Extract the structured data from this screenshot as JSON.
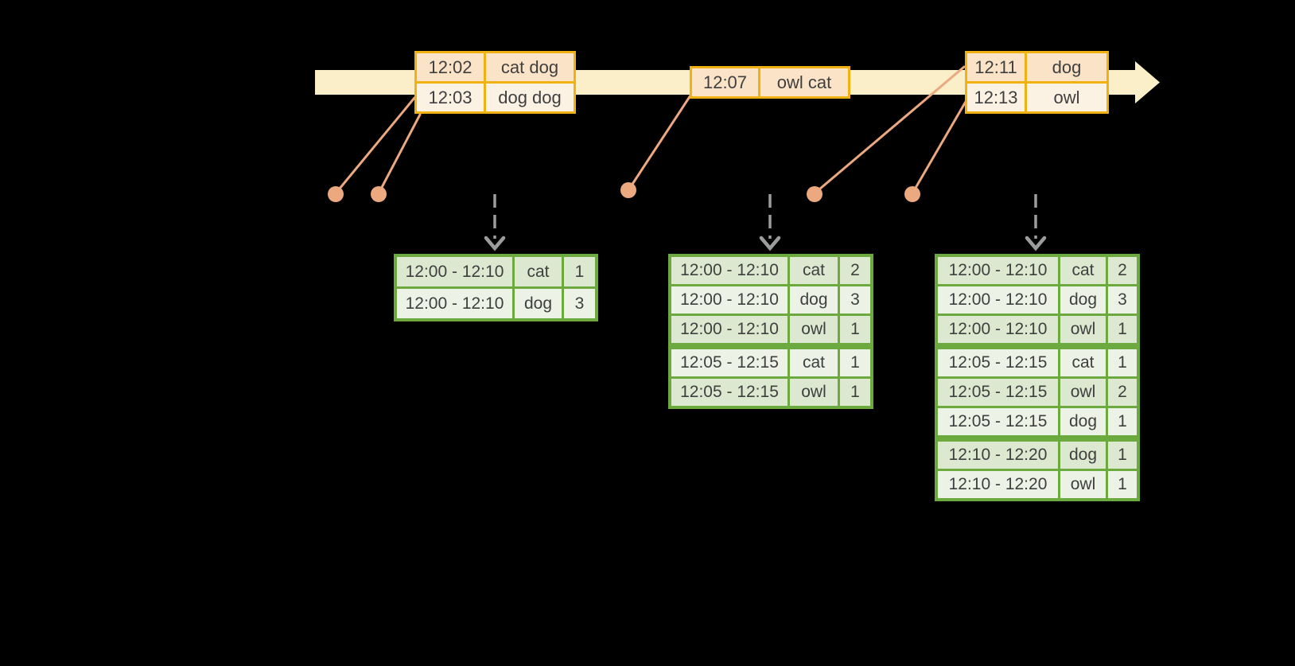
{
  "colors": {
    "background": "#000000",
    "timeline_band": "#FBEFC9",
    "event_border": "#F0B213",
    "event_row_dark": "#FAE3C6",
    "event_row_light": "#FCF2E4",
    "connector": "#ECA87F",
    "trigger_arrow": "#9C9C9C",
    "result_border": "#6CA93E",
    "result_row_dark": "#DCE8CF",
    "result_row_light": "#EDF2E7",
    "text": "#3F3F3F"
  },
  "icons": {
    "timeline_arrow": "right-arrow-band",
    "event_marker": "dot",
    "trigger_marker": "dashed-down-arrow"
  },
  "event_tables": [
    {
      "rows": [
        {
          "time": "12:02",
          "words": "cat dog"
        },
        {
          "time": "12:03",
          "words": "dog dog"
        }
      ]
    },
    {
      "rows": [
        {
          "time": "12:07",
          "words": "owl cat"
        }
      ]
    },
    {
      "rows": [
        {
          "time": "12:11",
          "words": "dog"
        },
        {
          "time": "12:13",
          "words": "owl"
        }
      ]
    }
  ],
  "result_tables": [
    {
      "groups": [
        [
          {
            "window": "12:00 - 12:10",
            "word": "cat",
            "count": "1"
          },
          {
            "window": "12:00 - 12:10",
            "word": "dog",
            "count": "3"
          }
        ]
      ]
    },
    {
      "groups": [
        [
          {
            "window": "12:00 - 12:10",
            "word": "cat",
            "count": "2"
          },
          {
            "window": "12:00 - 12:10",
            "word": "dog",
            "count": "3"
          },
          {
            "window": "12:00 - 12:10",
            "word": "owl",
            "count": "1"
          }
        ],
        [
          {
            "window": "12:05 - 12:15",
            "word": "cat",
            "count": "1"
          },
          {
            "window": "12:05 - 12:15",
            "word": "owl",
            "count": "1"
          }
        ]
      ]
    },
    {
      "groups": [
        [
          {
            "window": "12:00 - 12:10",
            "word": "cat",
            "count": "2"
          },
          {
            "window": "12:00 - 12:10",
            "word": "dog",
            "count": "3"
          },
          {
            "window": "12:00 - 12:10",
            "word": "owl",
            "count": "1"
          }
        ],
        [
          {
            "window": "12:05 - 12:15",
            "word": "cat",
            "count": "1"
          },
          {
            "window": "12:05 - 12:15",
            "word": "owl",
            "count": "2"
          },
          {
            "window": "12:05 - 12:15",
            "word": "dog",
            "count": "1"
          }
        ],
        [
          {
            "window": "12:10 - 12:20",
            "word": "dog",
            "count": "1"
          },
          {
            "window": "12:10 - 12:20",
            "word": "owl",
            "count": "1"
          }
        ]
      ]
    }
  ]
}
